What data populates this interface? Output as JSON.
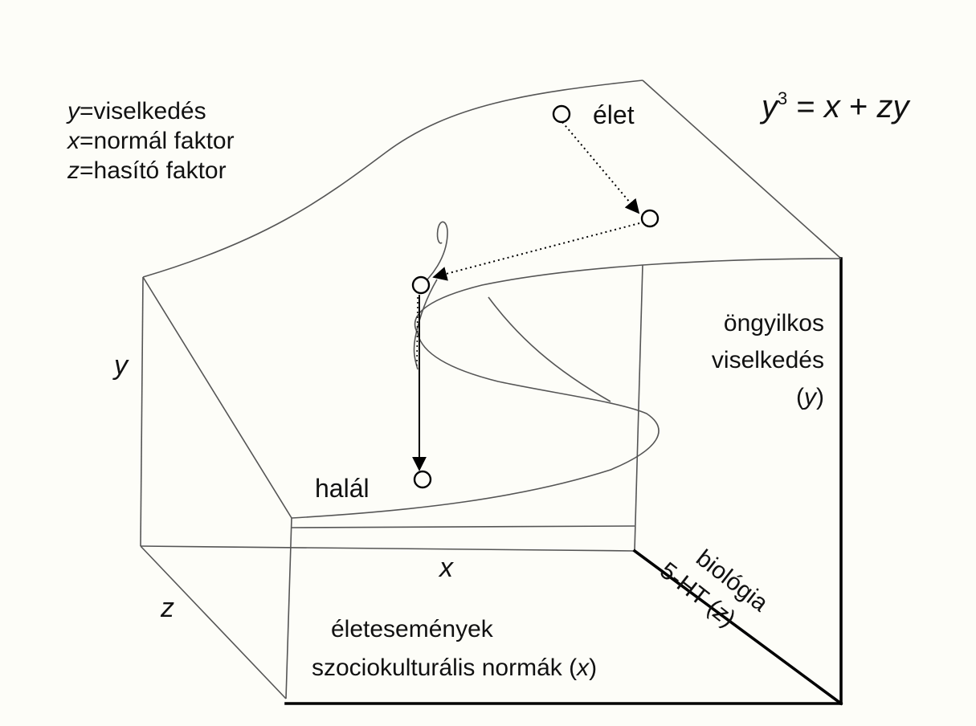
{
  "legend": {
    "line1": {
      "var": "y",
      "text": "=viselkedés"
    },
    "line2": {
      "var": "x",
      "text": "=normál faktor"
    },
    "line3": {
      "var": "z",
      "text": "=hasító faktor"
    }
  },
  "equation": {
    "lhs_var": "y",
    "lhs_exp": "3",
    "rest_prefix": " = ",
    "var_x": "x",
    "plus": " + ",
    "var_zy": "zy"
  },
  "states": {
    "life": "élet",
    "death": "halál"
  },
  "axes": {
    "y": "y",
    "x": "x",
    "z": "z"
  },
  "labels": {
    "behavior_line1": "öngyilkos",
    "behavior_line2": "viselkedés",
    "behavior_line3_open": "(",
    "behavior_line3_var": "y",
    "behavior_line3_close": ")",
    "biology_line1": "biológia",
    "biology_line2_prefix": "5-HT (",
    "biology_line2_var": "z",
    "biology_line2_close": ")",
    "events_line1": "életesemények",
    "events_line2_prefix": "szociokulturális normák (",
    "events_line2_var": "x",
    "events_line2_close": ")"
  },
  "colors": {
    "line": "#555555",
    "bold_line": "#000000",
    "background": "#fdfdf8"
  }
}
